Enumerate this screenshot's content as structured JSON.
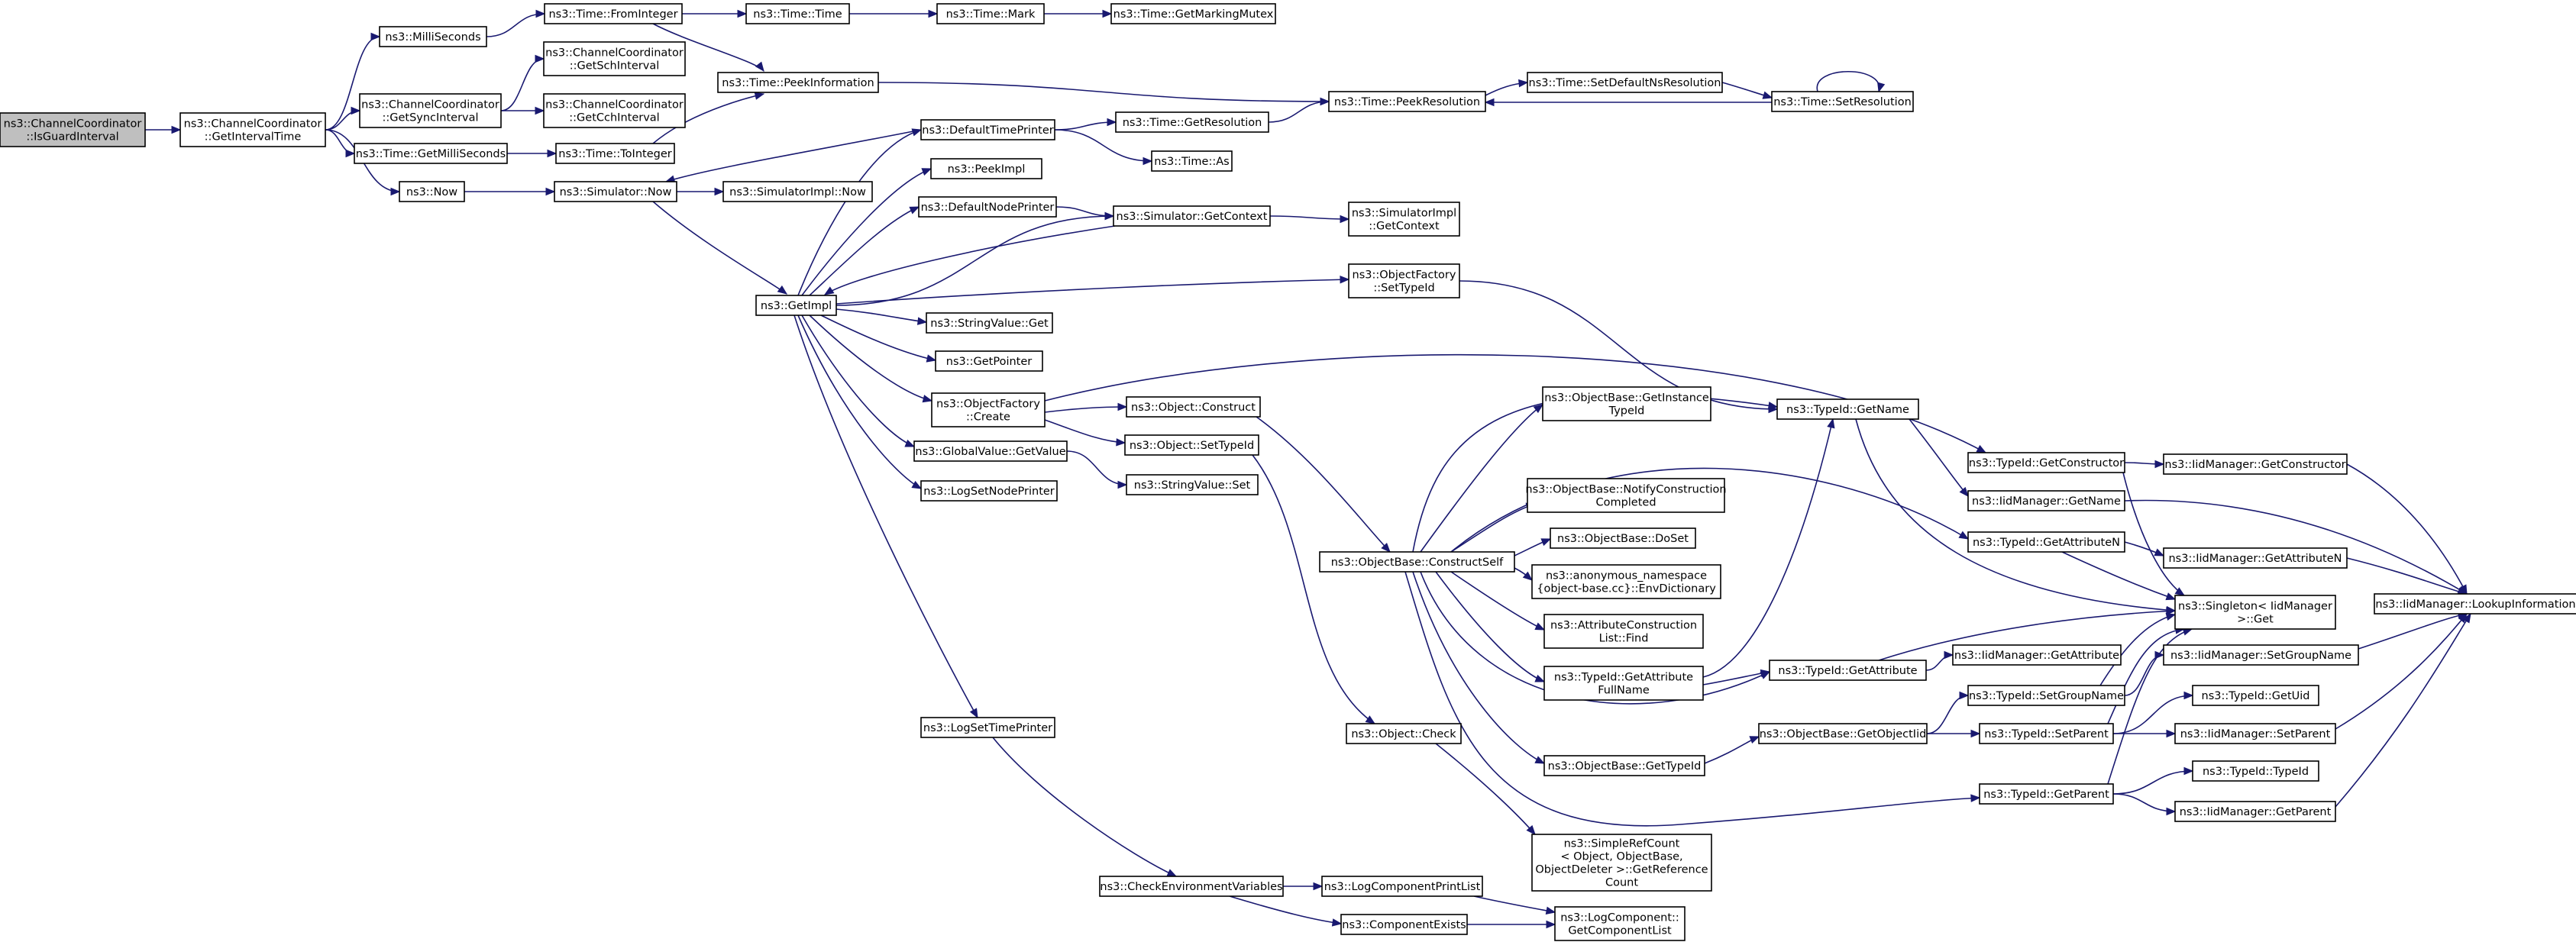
{
  "graph": {
    "title": "",
    "edge_color": "#191970",
    "root_fill": "#bfbfbf",
    "node_fill": "#ffffff",
    "nodes": [
      {
        "id": "root",
        "lines": [
          "ns3::ChannelCoordinator",
          "::IsGuardInterval"
        ],
        "root": true
      },
      {
        "id": "getIntervalTime",
        "lines": [
          "ns3::ChannelCoordinator",
          "::GetIntervalTime"
        ]
      },
      {
        "id": "milliSeconds",
        "lines": [
          "ns3::MilliSeconds"
        ]
      },
      {
        "id": "getSyncInterval",
        "lines": [
          "ns3::ChannelCoordinator",
          "::GetSyncInterval"
        ]
      },
      {
        "id": "timeGetMilliSeconds",
        "lines": [
          "ns3::Time::GetMilliSeconds"
        ]
      },
      {
        "id": "now",
        "lines": [
          "ns3::Now"
        ]
      },
      {
        "id": "fromInteger",
        "lines": [
          "ns3::Time::FromInteger"
        ]
      },
      {
        "id": "getSchInterval",
        "lines": [
          "ns3::ChannelCoordinator",
          "::GetSchInterval"
        ]
      },
      {
        "id": "getCchInterval",
        "lines": [
          "ns3::ChannelCoordinator",
          "::GetCchInterval"
        ]
      },
      {
        "id": "toInteger",
        "lines": [
          "ns3::Time::ToInteger"
        ]
      },
      {
        "id": "simulatorNow",
        "lines": [
          "ns3::Simulator::Now"
        ]
      },
      {
        "id": "timeTime",
        "lines": [
          "ns3::Time::Time"
        ]
      },
      {
        "id": "peekInformation",
        "lines": [
          "ns3::Time::PeekInformation"
        ]
      },
      {
        "id": "timeMark",
        "lines": [
          "ns3::Time::Mark"
        ]
      },
      {
        "id": "getMarkingMutex",
        "lines": [
          "ns3::Time::GetMarkingMutex"
        ]
      },
      {
        "id": "simulatorImplNow",
        "lines": [
          "ns3::SimulatorImpl::Now"
        ]
      },
      {
        "id": "getImpl",
        "lines": [
          "ns3::GetImpl"
        ]
      },
      {
        "id": "defaultTimePrinter",
        "lines": [
          "ns3::DefaultTimePrinter"
        ]
      },
      {
        "id": "peekImpl",
        "lines": [
          "ns3::PeekImpl"
        ]
      },
      {
        "id": "defaultNodePrinter",
        "lines": [
          "ns3::DefaultNodePrinter"
        ]
      },
      {
        "id": "stringValueGet",
        "lines": [
          "ns3::StringValue::Get"
        ]
      },
      {
        "id": "getPointer",
        "lines": [
          "ns3::GetPointer"
        ]
      },
      {
        "id": "objectFactoryCreate",
        "lines": [
          "ns3::ObjectFactory",
          "::Create"
        ]
      },
      {
        "id": "globalValueGetValue",
        "lines": [
          "ns3::GlobalValue::GetValue"
        ]
      },
      {
        "id": "logSetNodePrinter",
        "lines": [
          "ns3::LogSetNodePrinter"
        ]
      },
      {
        "id": "logSetTimePrinter",
        "lines": [
          "ns3::LogSetTimePrinter"
        ]
      },
      {
        "id": "timeGetResolution",
        "lines": [
          "ns3::Time::GetResolution"
        ]
      },
      {
        "id": "timeAs",
        "lines": [
          "ns3::Time::As"
        ]
      },
      {
        "id": "simulatorGetContext",
        "lines": [
          "ns3::Simulator::GetContext"
        ]
      },
      {
        "id": "objectConstruct",
        "lines": [
          "ns3::Object::Construct"
        ]
      },
      {
        "id": "objectSetTypeId",
        "lines": [
          "ns3::Object::SetTypeId"
        ]
      },
      {
        "id": "stringValueSet",
        "lines": [
          "ns3::StringValue::Set"
        ]
      },
      {
        "id": "checkEnvVars",
        "lines": [
          "ns3::CheckEnvironmentVariables"
        ]
      },
      {
        "id": "peekResolution",
        "lines": [
          "ns3::Time::PeekResolution"
        ]
      },
      {
        "id": "simulatorImplGetContext",
        "lines": [
          "ns3::SimulatorImpl",
          "::GetContext"
        ]
      },
      {
        "id": "objectFactorySetTypeId",
        "lines": [
          "ns3::ObjectFactory",
          "::SetTypeId"
        ]
      },
      {
        "id": "constructSelf",
        "lines": [
          "ns3::ObjectBase::ConstructSelf"
        ]
      },
      {
        "id": "objectCheck",
        "lines": [
          "ns3::Object::Check"
        ]
      },
      {
        "id": "logComponentPrintList",
        "lines": [
          "ns3::LogComponentPrintList"
        ]
      },
      {
        "id": "componentExists",
        "lines": [
          "ns3::ComponentExists"
        ]
      },
      {
        "id": "setDefaultNsResolution",
        "lines": [
          "ns3::Time::SetDefaultNsResolution"
        ]
      },
      {
        "id": "getInstanceTypeId",
        "lines": [
          "ns3::ObjectBase::GetInstance",
          "TypeId"
        ]
      },
      {
        "id": "notifyConstructionCompleted",
        "lines": [
          "ns3::ObjectBase::NotifyConstruction",
          "Completed"
        ]
      },
      {
        "id": "objectBaseDoSet",
        "lines": [
          "ns3::ObjectBase::DoSet"
        ]
      },
      {
        "id": "envDictionary",
        "lines": [
          "ns3::anonymous_namespace",
          "{object-base.cc}::EnvDictionary"
        ]
      },
      {
        "id": "attributeConstructionListFind",
        "lines": [
          "ns3::AttributeConstruction",
          "List::Find"
        ]
      },
      {
        "id": "typeIdGetAttributeFullName",
        "lines": [
          "ns3::TypeId::GetAttribute",
          "FullName"
        ]
      },
      {
        "id": "objectBaseGetTypeId",
        "lines": [
          "ns3::ObjectBase::GetTypeId"
        ]
      },
      {
        "id": "simpleRefCountGetReferenceCount",
        "lines": [
          "ns3::SimpleRefCount",
          "< Object, ObjectBase,",
          "ObjectDeleter >::GetReference",
          "Count"
        ]
      },
      {
        "id": "getComponentList",
        "lines": [
          "ns3::LogComponent::",
          "GetComponentList"
        ]
      },
      {
        "id": "timeSetResolution",
        "lines": [
          "ns3::Time::SetResolution"
        ]
      },
      {
        "id": "typeIdGetName",
        "lines": [
          "ns3::TypeId::GetName"
        ]
      },
      {
        "id": "typeIdGetAttribute",
        "lines": [
          "ns3::TypeId::GetAttribute"
        ]
      },
      {
        "id": "getObjectIid",
        "lines": [
          "ns3::ObjectBase::GetObjectIid"
        ]
      },
      {
        "id": "typeIdGetConstructor",
        "lines": [
          "ns3::TypeId::GetConstructor"
        ]
      },
      {
        "id": "iidManagerGetName",
        "lines": [
          "ns3::IidManager::GetName"
        ]
      },
      {
        "id": "typeIdGetAttributeN",
        "lines": [
          "ns3::TypeId::GetAttributeN"
        ]
      },
      {
        "id": "iidManagerGetAttribute",
        "lines": [
          "ns3::IidManager::GetAttribute"
        ]
      },
      {
        "id": "typeIdSetGroupName",
        "lines": [
          "ns3::TypeId::SetGroupName"
        ]
      },
      {
        "id": "typeIdSetParent",
        "lines": [
          "ns3::TypeId::SetParent"
        ]
      },
      {
        "id": "typeIdGetParent",
        "lines": [
          "ns3::TypeId::GetParent"
        ]
      },
      {
        "id": "iidManagerGetConstructor",
        "lines": [
          "ns3::IidManager::GetConstructor"
        ]
      },
      {
        "id": "iidManagerGetAttributeN",
        "lines": [
          "ns3::IidManager::GetAttributeN"
        ]
      },
      {
        "id": "singletonGet",
        "lines": [
          "ns3::Singleton< IidManager",
          " >::Get"
        ]
      },
      {
        "id": "iidManagerSetGroupName",
        "lines": [
          "ns3::IidManager::SetGroupName"
        ]
      },
      {
        "id": "typeIdGetUid",
        "lines": [
          "ns3::TypeId::GetUid"
        ]
      },
      {
        "id": "iidManagerSetParent",
        "lines": [
          "ns3::IidManager::SetParent"
        ]
      },
      {
        "id": "typeIdTypeId",
        "lines": [
          "ns3::TypeId::TypeId"
        ]
      },
      {
        "id": "iidManagerGetParent",
        "lines": [
          "ns3::IidManager::GetParent"
        ]
      },
      {
        "id": "lookupInformation",
        "lines": [
          "ns3::IidManager::LookupInformation"
        ]
      }
    ],
    "edges": [
      [
        "root",
        "getIntervalTime"
      ],
      [
        "getIntervalTime",
        "milliSeconds"
      ],
      [
        "getIntervalTime",
        "getSyncInterval"
      ],
      [
        "getIntervalTime",
        "timeGetMilliSeconds"
      ],
      [
        "getIntervalTime",
        "now"
      ],
      [
        "milliSeconds",
        "fromInteger"
      ],
      [
        "getSyncInterval",
        "getSchInterval"
      ],
      [
        "getSyncInterval",
        "getCchInterval"
      ],
      [
        "timeGetMilliSeconds",
        "toInteger"
      ],
      [
        "now",
        "simulatorNow"
      ],
      [
        "fromInteger",
        "timeTime"
      ],
      [
        "fromInteger",
        "peekInformation"
      ],
      [
        "toInteger",
        "peekInformation"
      ],
      [
        "timeTime",
        "timeMark"
      ],
      [
        "timeMark",
        "getMarkingMutex"
      ],
      [
        "peekInformation",
        "peekResolution"
      ],
      [
        "simulatorNow",
        "simulatorImplNow"
      ],
      [
        "simulatorNow",
        "getImpl"
      ],
      [
        "getImpl",
        "defaultTimePrinter"
      ],
      [
        "getImpl",
        "peekImpl"
      ],
      [
        "getImpl",
        "defaultNodePrinter"
      ],
      [
        "getImpl",
        "simulatorGetContext"
      ],
      [
        "getImpl",
        "objectFactorySetTypeId"
      ],
      [
        "getImpl",
        "stringValueGet"
      ],
      [
        "getImpl",
        "getPointer"
      ],
      [
        "getImpl",
        "objectFactoryCreate"
      ],
      [
        "getImpl",
        "globalValueGetValue"
      ],
      [
        "getImpl",
        "logSetNodePrinter"
      ],
      [
        "getImpl",
        "logSetTimePrinter"
      ],
      [
        "defaultTimePrinter",
        "simulatorNow"
      ],
      [
        "defaultTimePrinter",
        "timeGetResolution"
      ],
      [
        "defaultTimePrinter",
        "timeAs"
      ],
      [
        "timeGetResolution",
        "peekResolution"
      ],
      [
        "defaultNodePrinter",
        "simulatorGetContext"
      ],
      [
        "simulatorGetContext",
        "getImpl"
      ],
      [
        "simulatorGetContext",
        "simulatorImplGetContext"
      ],
      [
        "objectFactoryCreate",
        "objectConstruct"
      ],
      [
        "objectFactoryCreate",
        "objectSetTypeId"
      ],
      [
        "objectFactoryCreate",
        "typeIdGetConstructor"
      ],
      [
        "globalValueGetValue",
        "stringValueSet"
      ],
      [
        "logSetTimePrinter",
        "checkEnvVars"
      ],
      [
        "checkEnvVars",
        "logComponentPrintList"
      ],
      [
        "checkEnvVars",
        "componentExists"
      ],
      [
        "logComponentPrintList",
        "getComponentList"
      ],
      [
        "componentExists",
        "getComponentList"
      ],
      [
        "objectConstruct",
        "constructSelf"
      ],
      [
        "objectSetTypeId",
        "objectCheck"
      ],
      [
        "objectCheck",
        "simpleRefCountGetReferenceCount"
      ],
      [
        "objectFactorySetTypeId",
        "typeIdGetName"
      ],
      [
        "constructSelf",
        "typeIdGetName"
      ],
      [
        "constructSelf",
        "getInstanceTypeId"
      ],
      [
        "constructSelf",
        "notifyConstructionCompleted"
      ],
      [
        "constructSelf",
        "objectBaseDoSet"
      ],
      [
        "constructSelf",
        "envDictionary"
      ],
      [
        "constructSelf",
        "attributeConstructionListFind"
      ],
      [
        "constructSelf",
        "typeIdGetAttributeFullName"
      ],
      [
        "constructSelf",
        "typeIdGetAttribute"
      ],
      [
        "constructSelf",
        "objectBaseGetTypeId"
      ],
      [
        "constructSelf",
        "typeIdGetAttributeN"
      ],
      [
        "constructSelf",
        "typeIdGetParent"
      ],
      [
        "typeIdGetAttributeFullName",
        "typeIdGetName"
      ],
      [
        "typeIdGetAttributeFullName",
        "typeIdGetAttribute"
      ],
      [
        "objectBaseGetTypeId",
        "getObjectIid"
      ],
      [
        "getObjectIid",
        "typeIdSetGroupName"
      ],
      [
        "getObjectIid",
        "typeIdSetParent"
      ],
      [
        "peekResolution",
        "setDefaultNsResolution"
      ],
      [
        "setDefaultNsResolution",
        "timeSetResolution"
      ],
      [
        "timeSetResolution",
        "peekResolution"
      ],
      [
        "timeSetResolution",
        "timeSetResolution"
      ],
      [
        "typeIdGetName",
        "iidManagerGetName"
      ],
      [
        "typeIdGetName",
        "singletonGet"
      ],
      [
        "typeIdGetAttribute",
        "iidManagerGetAttribute"
      ],
      [
        "typeIdGetAttribute",
        "singletonGet"
      ],
      [
        "typeIdGetConstructor",
        "iidManagerGetConstructor"
      ],
      [
        "typeIdGetConstructor",
        "singletonGet"
      ],
      [
        "typeIdGetAttributeN",
        "iidManagerGetAttributeN"
      ],
      [
        "typeIdGetAttributeN",
        "singletonGet"
      ],
      [
        "typeIdSetGroupName",
        "iidManagerSetGroupName"
      ],
      [
        "typeIdSetGroupName",
        "singletonGet"
      ],
      [
        "typeIdSetParent",
        "typeIdGetUid"
      ],
      [
        "typeIdSetParent",
        "iidManagerSetParent"
      ],
      [
        "typeIdSetParent",
        "singletonGet"
      ],
      [
        "typeIdGetParent",
        "typeIdTypeId"
      ],
      [
        "typeIdGetParent",
        "iidManagerGetParent"
      ],
      [
        "typeIdGetParent",
        "singletonGet"
      ],
      [
        "iidManagerGetName",
        "lookupInformation"
      ],
      [
        "iidManagerGetConstructor",
        "lookupInformation"
      ],
      [
        "iidManagerGetAttributeN",
        "lookupInformation"
      ],
      [
        "iidManagerSetGroupName",
        "lookupInformation"
      ],
      [
        "iidManagerSetParent",
        "lookupInformation"
      ],
      [
        "iidManagerGetParent",
        "lookupInformation"
      ]
    ]
  }
}
